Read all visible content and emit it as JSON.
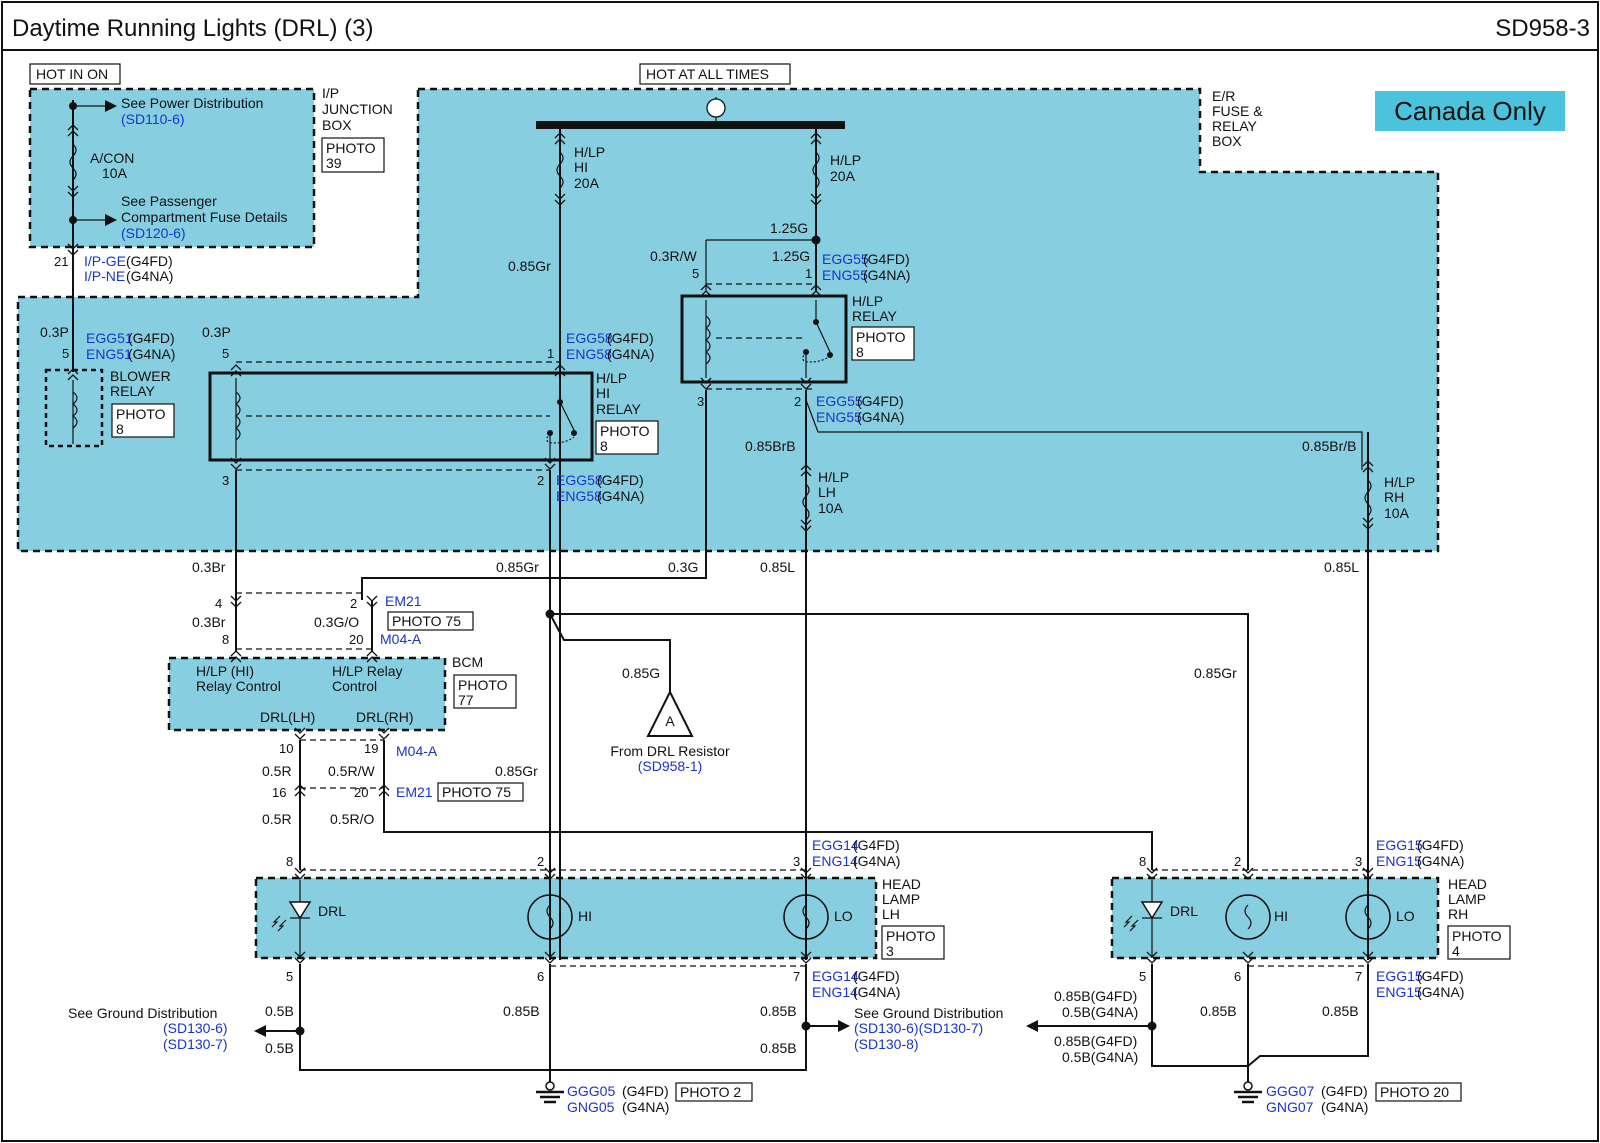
{
  "header": {
    "title": "Daytime Running Lights (DRL) (3)",
    "code": "SD958-3"
  },
  "badge": {
    "text": "Canada Only",
    "color": "#4cc3dc"
  },
  "colors": {
    "zone": "#87cfe0",
    "ref": "#1a33cc"
  },
  "power": {
    "hot_in_on": "HOT IN ON",
    "hot_at_all_times": "HOT AT ALL TIMES",
    "see_power": "See Power Distribution",
    "see_power_ref": "(SD110-6)",
    "acon": "A/CON",
    "acon_amp": "10A",
    "see_pass_1": "See Passenger",
    "see_pass_2": "Compartment Fuse Details",
    "see_pass_ref": "(SD120-6)"
  },
  "ip_box": {
    "l1": "I/P",
    "l2": "JUNCTION",
    "l3": "BOX",
    "photo1": "PHOTO",
    "photo2": "39"
  },
  "er_box": {
    "l1": "E/R",
    "l2": "FUSE &",
    "l3": "RELAY",
    "l4": "BOX"
  },
  "fuses": {
    "hi": [
      "H/LP",
      "HI",
      "20A"
    ],
    "main": [
      "H/LP",
      "20A"
    ],
    "lh": [
      "H/LP",
      "LH",
      "10A"
    ],
    "rh": [
      "H/LP",
      "RH",
      "10A"
    ]
  },
  "relays": {
    "blower": {
      "l1": "BLOWER",
      "l2": "RELAY",
      "photo1": "PHOTO",
      "photo2": "8"
    },
    "hi": {
      "l1": "H/LP",
      "l2": "HI",
      "l3": "RELAY",
      "photo1": "PHOTO",
      "photo2": "8"
    },
    "hlp": {
      "l1": "H/LP",
      "l2": "RELAY",
      "photo1": "PHOTO",
      "photo2": "8"
    }
  },
  "connectors": {
    "ipge": "I/P-GE",
    "ipne": "I/P-NE",
    "g4fd": "(G4FD)",
    "g4na": "(G4NA)",
    "egg51": "EGG51",
    "eng51": "ENG51",
    "egg58": "EGG58",
    "eng58": "ENG58",
    "egg55": "EGG55",
    "eng55": "ENG55",
    "em21": "EM21",
    "m04a": "M04-A",
    "egg14": "EGG14",
    "eng14": "ENG14",
    "egg15": "EGG15",
    "eng15": "ENG15",
    "ggg05": "GGG05",
    "gng05": "GNG05",
    "ggg07": "GGG07",
    "gng07": "GNG07"
  },
  "pins": {
    "p21": "21",
    "p5": "5",
    "p1": "1",
    "p3": "3",
    "p2": "2",
    "p4": "4",
    "p8": "8",
    "p20": "20",
    "p10": "10",
    "p19": "19",
    "p16": "16",
    "p6": "6",
    "p7": "7"
  },
  "wires": {
    "w03p": "0.3P",
    "w085gr": "0.85Gr",
    "w03rw": "0.3R/W",
    "w125g": "1.25G",
    "w085brb": "0.85BrB",
    "w085brb2": "0.85Br/B",
    "w03br": "0.3Br",
    "w03g": "0.3G",
    "w085l": "0.85L",
    "w03go": "0.3G/O",
    "w085g": "0.85G",
    "w05r": "0.5R",
    "w05rw": "0.5R/W",
    "w05ro": "0.5R/O",
    "w05b": "0.5B",
    "w085b": "0.85B",
    "w085bg": "0.85B(G4FD)",
    "w05bg": "0.5B(G4NA)"
  },
  "bcm": {
    "label": "BCM",
    "hi1": "H/LP (HI)",
    "hi2": "Relay Control",
    "rc1": "H/LP Relay",
    "rc2": "Control",
    "drl_lh": "DRL(LH)",
    "drl_rh": "DRL(RH)",
    "photo1": "PHOTO",
    "photo2": "77"
  },
  "photos": {
    "p75": "PHOTO 75",
    "p2": "PHOTO 2",
    "p20": "PHOTO 20"
  },
  "resistor": {
    "letter": "A",
    "from": "From DRL Resistor",
    "ref": "(SD958-1)"
  },
  "lamps": {
    "lh": {
      "l1": "HEAD",
      "l2": "LAMP",
      "l3": "LH",
      "photo1": "PHOTO",
      "photo2": "3"
    },
    "rh": {
      "l1": "HEAD",
      "l2": "LAMP",
      "l3": "RH",
      "photo1": "PHOTO",
      "photo2": "4"
    },
    "drl": "DRL",
    "hi": "HI",
    "lo": "LO"
  },
  "ground": {
    "see": "See Ground Distribution",
    "ref1": "(SD130-6)",
    "ref2": "(SD130-7)",
    "ref3": "(SD130-6)(SD130-7)",
    "ref4": "(SD130-8)"
  }
}
